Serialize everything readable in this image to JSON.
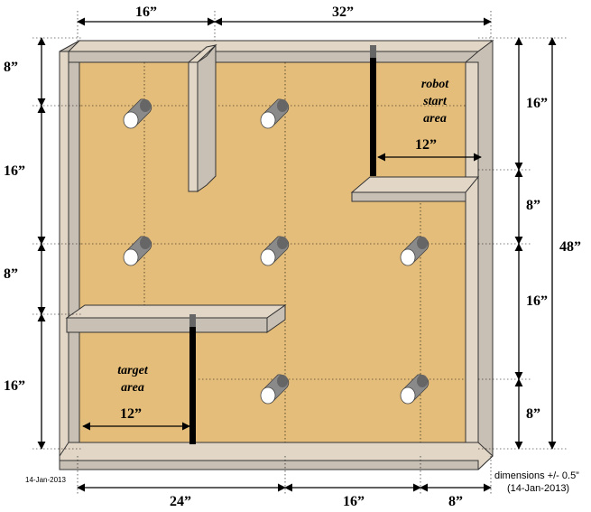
{
  "dimensions": {
    "top_left": "16”",
    "top_right": "32”",
    "left_1": "8”",
    "left_2": "16”",
    "left_3": "8”",
    "left_4": "16”",
    "right_1": "16”",
    "right_2": "8”",
    "right_3": "16”",
    "right_4": "8”",
    "overall": "48”",
    "bottom_1": "24”",
    "bottom_2": "16”",
    "bottom_3": "8”",
    "robot_gap": "12”",
    "target_gap": "12”"
  },
  "labels": {
    "robot_line1": "robot",
    "robot_line2": "start",
    "robot_line3": "area",
    "target_line1": "target",
    "target_line2": "area"
  },
  "notes": {
    "date_left": "14-Jan-2013",
    "tolerance": "dimensions +/- 0.5”",
    "date_right": "(14-Jan-2013)"
  },
  "colors": {
    "floor": "#e4bd7a",
    "wall": "#e2d6c6",
    "wall_side": "#c9c0b5",
    "black_wall": "#000000"
  }
}
